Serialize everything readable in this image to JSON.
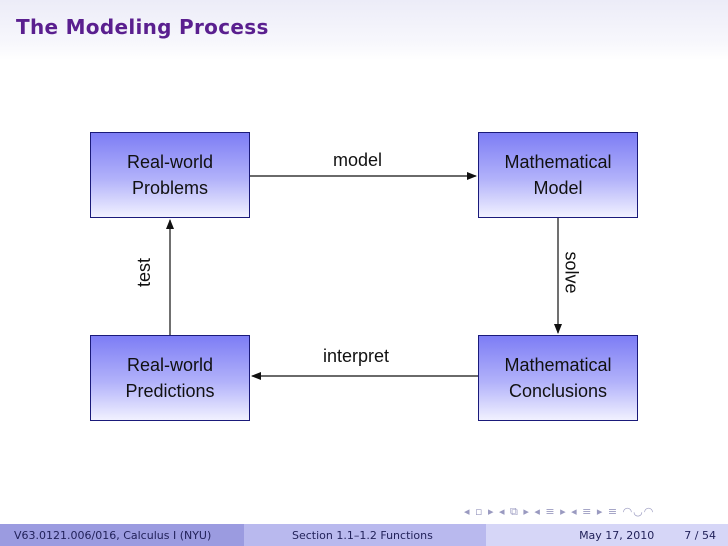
{
  "slide": {
    "title": "The Modeling Process"
  },
  "diagram": {
    "boxes": {
      "real_world_problems": [
        "Real-world",
        "Problems"
      ],
      "mathematical_model": [
        "Mathematical",
        "Model"
      ],
      "real_world_predictions": [
        "Real-world",
        "Predictions"
      ],
      "mathematical_conclusions": [
        "Mathematical",
        "Conclusions"
      ]
    },
    "edges": {
      "model": "model",
      "solve": "solve",
      "interpret": "interpret",
      "test": "test"
    }
  },
  "navigation": {
    "symbols": "◂ ▫ ▸ ◂ ⧉ ▸ ◂ ≡ ▸ ◂ ≡ ▸   ≡   ◠◡◠"
  },
  "footer": {
    "course": "V63.0121.006/016, Calculus I  (NYU)",
    "section": "Section 1.1–1.2  Functions",
    "date": "May 17, 2010",
    "page": "7 / 54"
  }
}
